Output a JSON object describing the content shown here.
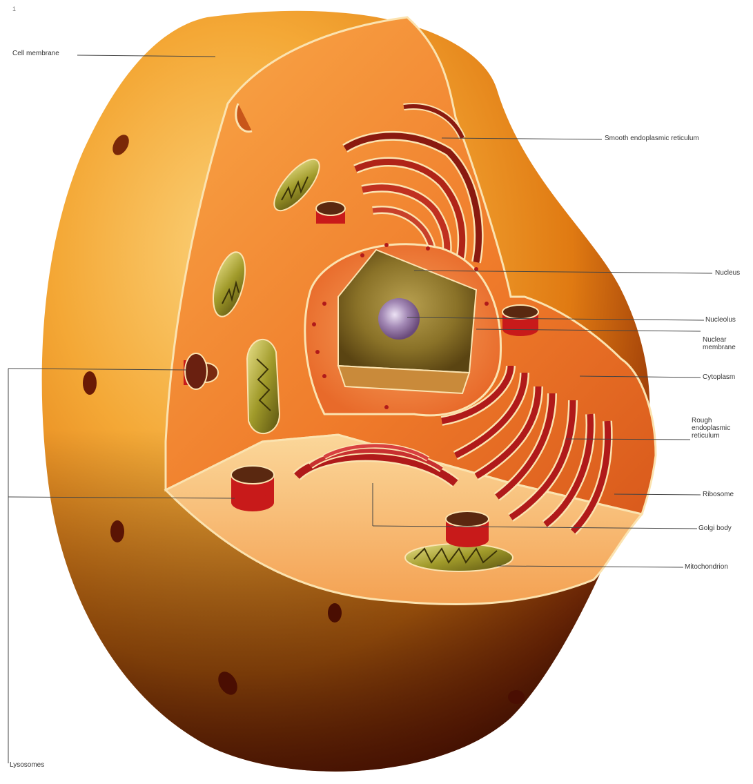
{
  "page_number": "1",
  "labels": {
    "cell_membrane": "Cell membrane",
    "smooth_er": "Smooth endoplasmic reticulum",
    "nucleus": "Nucleus",
    "nucleolus": "Nucleolus",
    "nuclear_membrane_line1": "Nuclear",
    "nuclear_membrane_line2": "membrane",
    "cytoplasm": "Cytoplasm",
    "rough_er_line1": "Rough",
    "rough_er_line2": "endoplasmic",
    "rough_er_line3": "reticulum",
    "ribosome": "Ribosome",
    "golgi_body": "Golgi body",
    "mitochondrion": "Mitochondrion",
    "lysosomes": "Lysosomes"
  },
  "colors": {
    "cell_light": "#f7b640",
    "cell_mid": "#e98a1a",
    "cell_dark": "#6a1a05",
    "interior": "#f08a2a",
    "membrane_edge": "#fbe3b0",
    "nucleus_inner": "#7a6a25",
    "nucleolus": "#a890b8",
    "er": "#b01a1a",
    "mito": "#8c8a20",
    "label_line": "#444444"
  }
}
